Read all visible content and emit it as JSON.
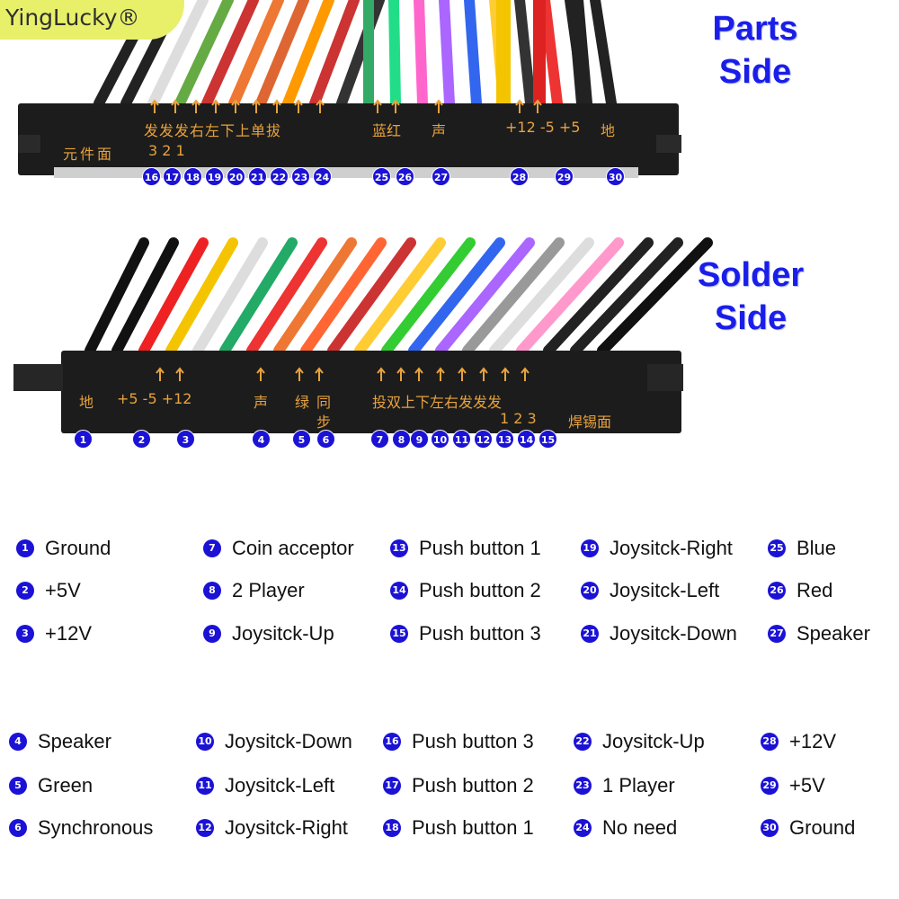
{
  "brand": "YingLucky®",
  "parts_title": [
    "Parts",
    "Side"
  ],
  "solder_title": [
    "Solder",
    "Side"
  ],
  "parts_labels": {
    "face": "元件面",
    "digits": "3 2 1",
    "row": "发发发右左下上单拔",
    "blue_red": "蓝红",
    "sound": "声",
    "power": "+12 -5 +5",
    "ground": "地"
  },
  "solder_labels": {
    "ground": "地",
    "power": "+5 -5 +12",
    "sound": "声",
    "green": "绿",
    "sync": "同",
    "sync2": "步",
    "row": "投双上下左右发发发",
    "digits": "1 2 3",
    "face": "焊锡面"
  },
  "parts_pins": [
    "16",
    "17",
    "18",
    "19",
    "20",
    "21",
    "22",
    "23",
    "24",
    "25",
    "26",
    "27",
    "28",
    "29",
    "30"
  ],
  "solder_pins": [
    "1",
    "2",
    "3",
    "4",
    "5",
    "6",
    "7",
    "8",
    "9",
    "10",
    "11",
    "12",
    "13",
    "14",
    "15"
  ],
  "legend_top": [
    {
      "num": "1",
      "text": "Ground"
    },
    {
      "num": "2",
      "text": "+5V"
    },
    {
      "num": "3",
      "text": "+12V"
    },
    {
      "num": "7",
      "text": "Coin acceptor"
    },
    {
      "num": "8",
      "text": "2 Player"
    },
    {
      "num": "9",
      "text": "Joysitck-Up"
    },
    {
      "num": "13",
      "text": "Push button 1"
    },
    {
      "num": "14",
      "text": "Push button 2"
    },
    {
      "num": "15",
      "text": "Push button 3"
    },
    {
      "num": "19",
      "text": "Joysitck-Right"
    },
    {
      "num": "20",
      "text": "Joysitck-Left"
    },
    {
      "num": "21",
      "text": "Joysitck-Down"
    },
    {
      "num": "25",
      "text": "Blue"
    },
    {
      "num": "26",
      "text": "Red"
    },
    {
      "num": "27",
      "text": "Speaker"
    }
  ],
  "legend_bottom": [
    {
      "num": "4",
      "text": "Speaker"
    },
    {
      "num": "5",
      "text": "Green"
    },
    {
      "num": "6",
      "text": "Synchronous"
    },
    {
      "num": "10",
      "text": "Joysitck-Down"
    },
    {
      "num": "11",
      "text": "Joysitck-Left"
    },
    {
      "num": "12",
      "text": "Joysitck-Right"
    },
    {
      "num": "16",
      "text": "Push button 3"
    },
    {
      "num": "17",
      "text": "Push button 2"
    },
    {
      "num": "18",
      "text": "Push button 1"
    },
    {
      "num": "22",
      "text": "Joysitck-Up"
    },
    {
      "num": "23",
      "text": "1 Player"
    },
    {
      "num": "24",
      "text": "No need"
    },
    {
      "num": "28",
      "text": "+12V"
    },
    {
      "num": "29",
      "text": "+5V"
    },
    {
      "num": "30",
      "text": "Ground"
    }
  ],
  "colors": {
    "badge": "#1b12d6",
    "title": "#1a1ee8",
    "connector": "#1c1c1c",
    "label": "#e8a23c",
    "brand_bg": "#e8f06a"
  }
}
